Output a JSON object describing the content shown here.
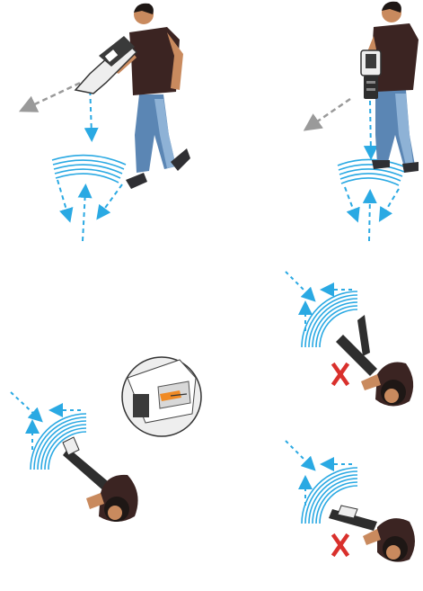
{
  "colors": {
    "shirt": "#3b2422",
    "skin": "#c98a5e",
    "hair": "#1e1715",
    "jeans": "#5b86b4",
    "jeans_light": "#8eb2d6",
    "shoe": "#2f2f33",
    "device": "#3a3a3a",
    "device_light": "#eeeeee",
    "wave": "#2aa9e3",
    "gray_arrow": "#9a9a9a",
    "cross": "#d9302c",
    "accent": "#f08a24"
  },
  "panels": [
    {
      "id": "side-tilted",
      "icon": "person-detector-tilted-icon"
    },
    {
      "id": "side-vertical",
      "icon": "person-detector-vertical-icon"
    },
    {
      "id": "top-correct",
      "icon": "top-view-correct-icon"
    },
    {
      "id": "top-wrong-1",
      "icon": "top-view-wrong-icon",
      "mark": "X"
    },
    {
      "id": "top-wrong-2",
      "icon": "top-view-wrong-icon",
      "mark": "X"
    }
  ]
}
